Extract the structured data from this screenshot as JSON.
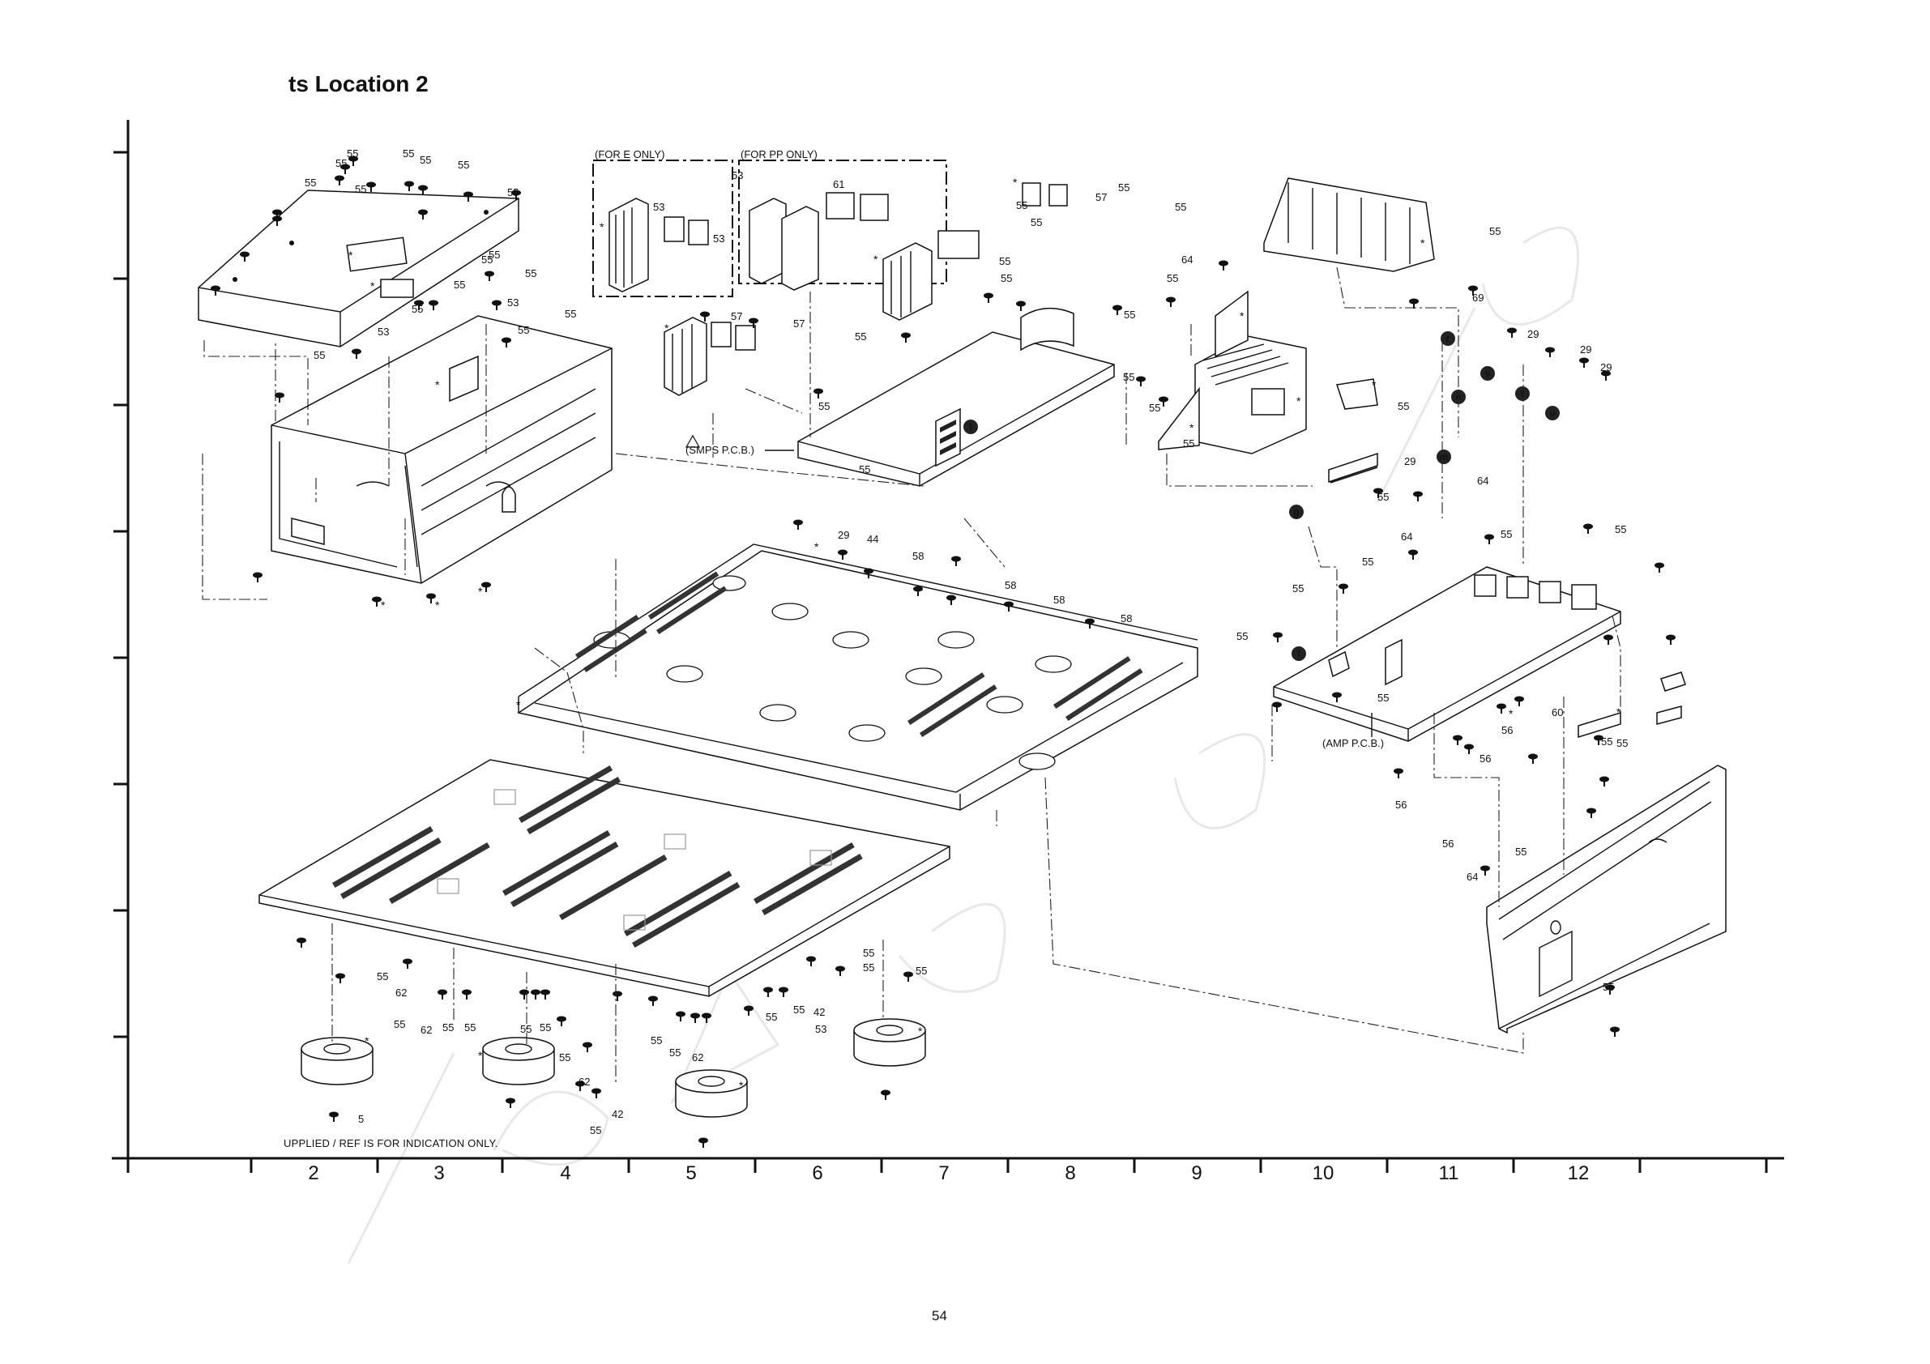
{
  "header": {
    "title": "ts Location 2"
  },
  "footer": {
    "page_number": "54",
    "note": "UPPLIED / REF IS FOR INDICATION ONLY."
  },
  "boxes": {
    "e_only": "(FOR E ONLY)",
    "pp_only": "(FOR PP ONLY)"
  },
  "boards": {
    "smps": "(SMPS P.C.B.)",
    "amp": "(AMP P.C.B.)"
  },
  "grid": {
    "columns": [
      "2",
      "3",
      "4",
      "5",
      "6",
      "7",
      "8",
      "9",
      "10",
      "11",
      "12"
    ]
  },
  "connectors": [
    "g",
    "l",
    "l",
    "n",
    "m",
    "r",
    "s",
    "t",
    "u"
  ],
  "callouts": [
    "55",
    "55",
    "55",
    "55",
    "55",
    "55",
    "55",
    "55",
    "55",
    "55",
    "55",
    "55",
    "55",
    "55",
    "55",
    "55",
    "55",
    "55",
    "55",
    "55",
    "55",
    "55",
    "55",
    "55",
    "55",
    "55",
    "55",
    "55",
    "55",
    "55",
    "55",
    "55",
    "55",
    "55",
    "55",
    "55",
    "55",
    "55",
    "55",
    "55",
    "55",
    "55",
    "55",
    "55",
    "55",
    "55",
    "55",
    "55",
    "55",
    "55",
    "55",
    "55",
    "55",
    "55",
    "55",
    "55",
    "55",
    "55",
    "42",
    "42",
    "53",
    "53",
    "53",
    "53",
    "53",
    "53",
    "61",
    "57",
    "57",
    "57",
    "64",
    "64",
    "64",
    "64",
    "69",
    "29",
    "29",
    "29",
    "29",
    "29",
    "44",
    "58",
    "58",
    "58",
    "58",
    "60",
    "56",
    "56",
    "56",
    "56",
    "62",
    "62",
    "62",
    "62",
    "5"
  ]
}
